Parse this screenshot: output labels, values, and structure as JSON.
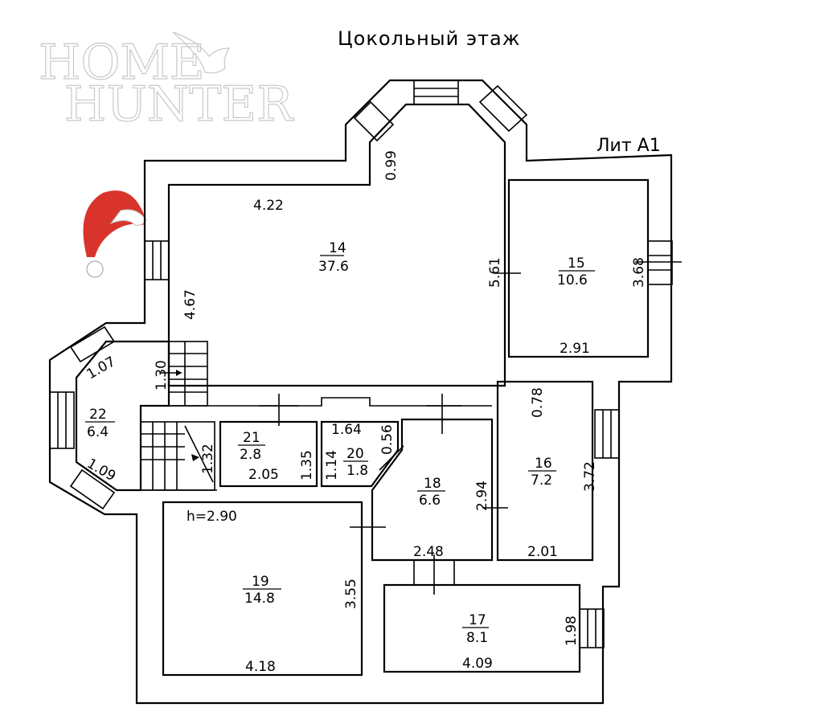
{
  "title": "Цокольный этаж",
  "building_label": "Лит А1",
  "watermark": {
    "line1": "HOME",
    "line2": "HUNTER"
  },
  "header_note": "h=2.90",
  "rooms": [
    {
      "number": "14",
      "area": "37.6"
    },
    {
      "number": "15",
      "area": "10.6"
    },
    {
      "number": "16",
      "area": "7.2"
    },
    {
      "number": "17",
      "area": "8.1"
    },
    {
      "number": "18",
      "area": "6.6"
    },
    {
      "number": "19",
      "area": "14.8"
    },
    {
      "number": "20",
      "area": "1.8"
    },
    {
      "number": "21",
      "area": "2.8"
    },
    {
      "number": "22",
      "area": "6.4"
    }
  ],
  "dimensions": {
    "d_0_99": "0.99",
    "d_4_22": "4.22",
    "d_4_67": "4.67",
    "d_5_61": "5.61",
    "d_3_68": "3.68",
    "d_2_91": "2.91",
    "d_0_78": "0.78",
    "d_3_72": "3.72",
    "d_2_01": "2.01",
    "d_1_07": "1.07",
    "d_1_30": "1.30",
    "d_1_32": "1.32",
    "d_1_09": "1.09",
    "d_1_35": "1.35",
    "d_2_05": "2.05",
    "d_1_64": "1.64",
    "d_0_56": "0.56",
    "d_1_14": "1.14",
    "d_2_94": "2.94",
    "d_2_48": "2.48",
    "d_3_55": "3.55",
    "d_4_18": "4.18",
    "d_4_09": "4.09",
    "d_1_98": "1.98"
  },
  "colors": {
    "line": "#000000",
    "hat_red": "#d9342b",
    "watermark": "#c9c9c9"
  }
}
